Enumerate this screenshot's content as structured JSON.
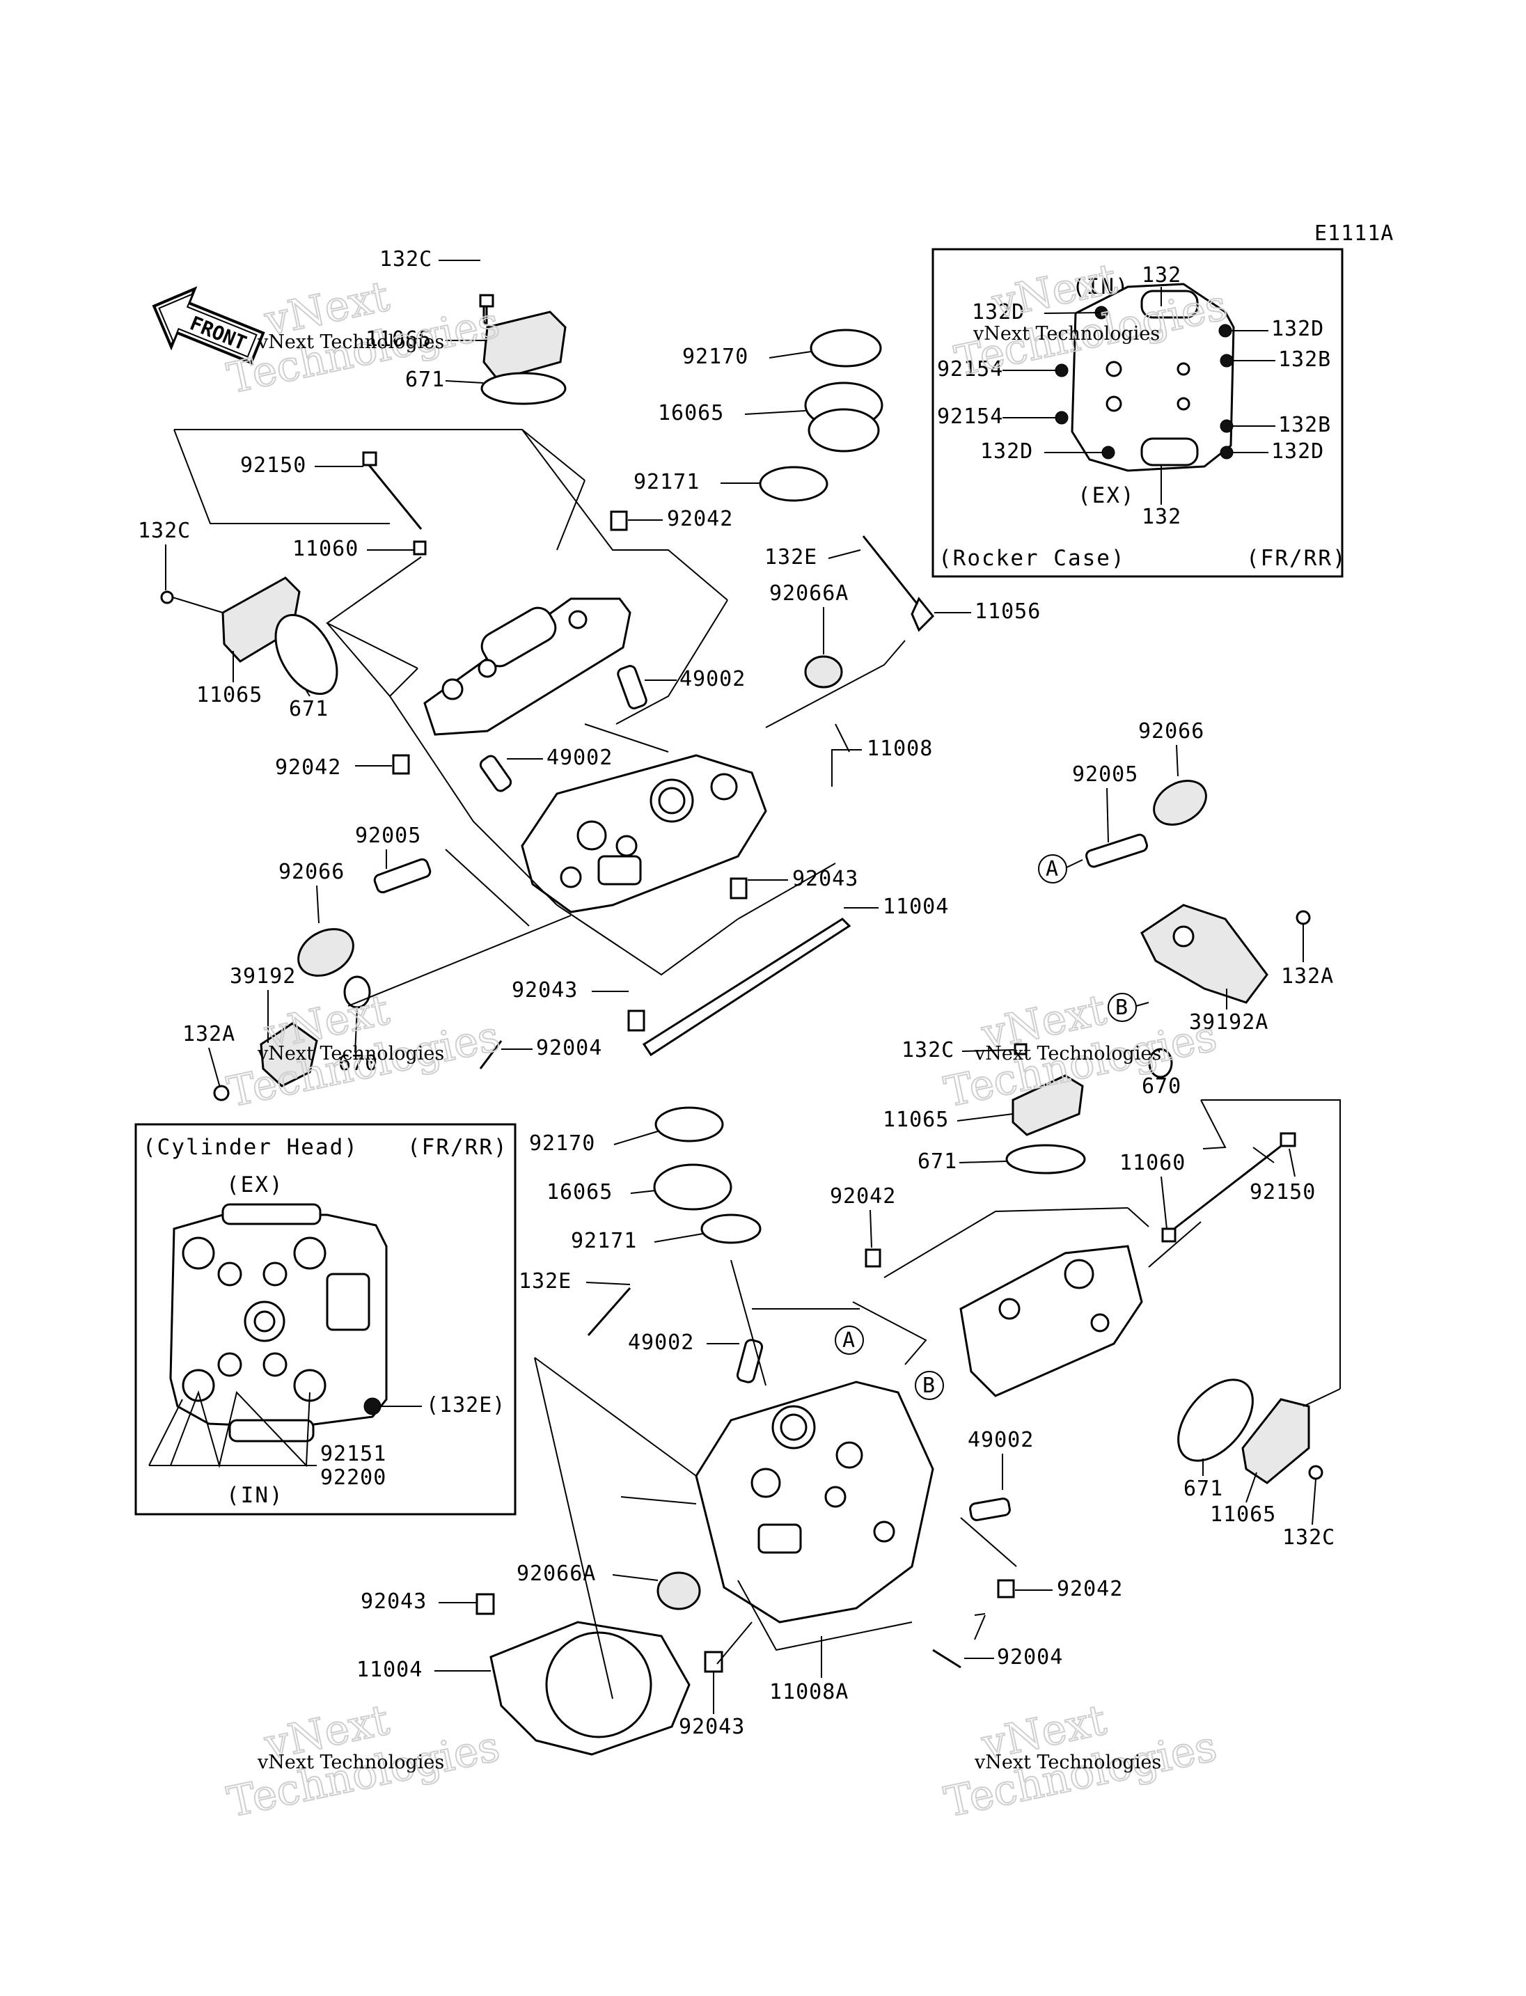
{
  "diagram_code": "E1111A",
  "front_marker": "FRONT",
  "rocker_case_box": {
    "title": "(Rocker Case)",
    "position_note": "(FR/RR)",
    "in_label": "(IN)",
    "ex_label": "(EX)",
    "callouts": [
      "132",
      "132D",
      "132D",
      "92154",
      "92154",
      "132D",
      "132B",
      "132B",
      "132D",
      "132"
    ]
  },
  "cylinder_head_box": {
    "title": "(Cylinder Head)",
    "position_note": "(FR/RR)",
    "ex_label": "(EX)",
    "in_label": "(IN)",
    "callouts": [
      "(132E)",
      "92151",
      "92200"
    ]
  },
  "front_callouts": [
    "132C",
    "11065",
    "671",
    "92150",
    "11060",
    "132C",
    "11065",
    "671",
    "92042",
    "92005",
    "92066",
    "39192",
    "132A",
    "670",
    "49002",
    "49002",
    "92043",
    "92043",
    "92004",
    "11004",
    "11008",
    "92170",
    "16065",
    "92171",
    "92042",
    "132E",
    "92066A",
    "11056"
  ],
  "rear_callouts": [
    "92066",
    "92005",
    "39192A",
    "132A",
    "670",
    "132C",
    "11065",
    "671",
    "11060",
    "92150",
    "92170",
    "16065",
    "92171",
    "92042",
    "132E",
    "49002",
    "49002",
    "92066A",
    "92043",
    "11004",
    "92043",
    "11008A",
    "92004",
    "92042",
    "671",
    "11065",
    "132C"
  ],
  "circle_refs": [
    "A",
    "B",
    "A",
    "B"
  ],
  "watermark_text": "vNext Technologies",
  "watermark_big_1": "vNext",
  "watermark_big_2": "Technologies"
}
